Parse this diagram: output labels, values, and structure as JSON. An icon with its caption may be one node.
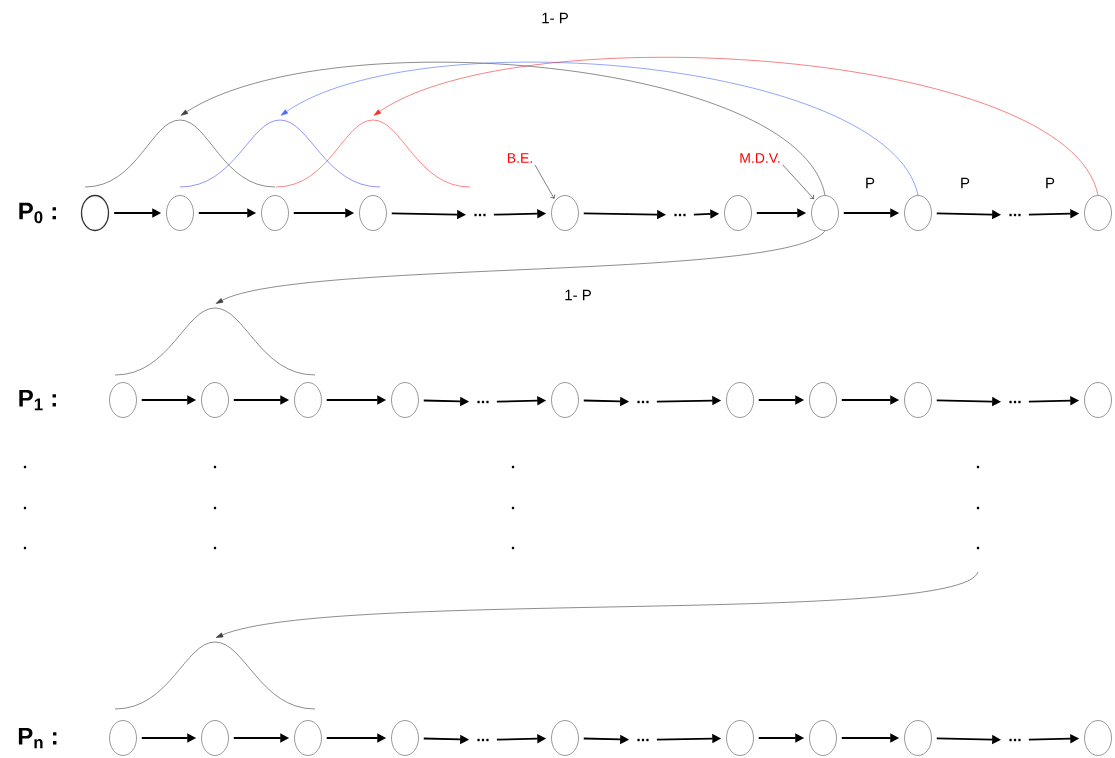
{
  "diagram": {
    "nodes": [
      {
        "text": [],
        "shape": "curve"
      },
      {
        "text": [],
        "shape": "curve"
      },
      {
        "text": [],
        "shape": "curve"
      },
      {
        "text": [
          "B.E."
        ]
      },
      {
        "text": [
          "M.D.V."
        ]
      },
      {
        "text": [],
        "shape": "circle"
      },
      {
        "text": [],
        "shape": "circle"
      },
      {
        "text": [],
        "shape": "circle"
      },
      {
        "text": [],
        "shape": "circle"
      },
      {
        "text": [
          "..."
        ]
      },
      {
        "text": [],
        "shape": "circle"
      },
      {
        "text": [
          "..."
        ]
      },
      {
        "text": [],
        "shape": "circle"
      },
      {
        "text": [],
        "shape": "circle"
      },
      {
        "text": [],
        "shape": "circle"
      },
      {
        "text": [
          "..."
        ]
      },
      {
        "text": [],
        "shape": "circle"
      },
      {
        "text": [],
        "shape": "curve"
      },
      {
        "text": [],
        "shape": "circle"
      },
      {
        "text": [],
        "shape": "circle"
      },
      {
        "text": [],
        "shape": "circle"
      },
      {
        "text": [],
        "shape": "circle"
      },
      {
        "text": [
          "..."
        ]
      },
      {
        "text": [],
        "shape": "circle"
      },
      {
        "text": [
          "..."
        ]
      },
      {
        "text": [],
        "shape": "circle"
      },
      {
        "text": [],
        "shape": "circle"
      },
      {
        "text": [],
        "shape": "circle"
      },
      {
        "text": [
          "..."
        ]
      },
      {
        "text": [],
        "shape": "circle"
      },
      {
        "text": [],
        "shape": "curve"
      },
      {
        "text": [],
        "shape": "circle"
      },
      {
        "text": [],
        "shape": "circle"
      },
      {
        "text": [],
        "shape": "circle"
      },
      {
        "text": [],
        "shape": "circle"
      },
      {
        "text": [
          "..."
        ]
      },
      {
        "text": [],
        "shape": "circle"
      },
      {
        "text": [
          "..."
        ]
      },
      {
        "text": [],
        "shape": "circle"
      },
      {
        "text": [],
        "shape": "circle"
      },
      {
        "text": [],
        "shape": "circle"
      },
      {
        "text": [
          "..."
        ]
      },
      {
        "text": [],
        "shape": "circle"
      }
    ],
    "edges": [
      {
        "from": 5,
        "to": 6,
        "arrow": "to"
      },
      {
        "from": 6,
        "to": 7,
        "arrow": "to"
      },
      {
        "from": 7,
        "to": 8,
        "arrow": "to"
      },
      {
        "from": 8,
        "to": 9,
        "arrow": "to"
      },
      {
        "from": 9,
        "to": 10,
        "arrow": "to"
      },
      {
        "from": 10,
        "to": 11,
        "arrow": "to"
      },
      {
        "from": 11,
        "to": 12,
        "arrow": "to"
      },
      {
        "from": 12,
        "to": 13,
        "arrow": "to"
      },
      {
        "from": 13,
        "to": 14,
        "arrow": "to",
        "label": "P"
      },
      {
        "from": 14,
        "to": 15,
        "arrow": "to",
        "label": "P"
      },
      {
        "from": 15,
        "to": 16,
        "arrow": "to",
        "label": "P"
      },
      {
        "from": 18,
        "to": 19,
        "arrow": "to"
      },
      {
        "from": 19,
        "to": 20,
        "arrow": "to"
      },
      {
        "from": 20,
        "to": 21,
        "arrow": "to"
      },
      {
        "from": 21,
        "to": 22,
        "arrow": "to"
      },
      {
        "from": 22,
        "to": 23,
        "arrow": "to"
      },
      {
        "from": 23,
        "to": 24,
        "arrow": "to"
      },
      {
        "from": 24,
        "to": 25,
        "arrow": "to"
      },
      {
        "from": 25,
        "to": 26,
        "arrow": "to"
      },
      {
        "from": 26,
        "to": 27,
        "arrow": "to"
      },
      {
        "from": 27,
        "to": 28,
        "arrow": "to"
      },
      {
        "from": 28,
        "to": 29,
        "arrow": "to"
      },
      {
        "from": 31,
        "to": 32,
        "arrow": "to"
      },
      {
        "from": 32,
        "to": 33,
        "arrow": "to"
      },
      {
        "from": 33,
        "to": 34,
        "arrow": "to"
      },
      {
        "from": 34,
        "to": 35,
        "arrow": "to"
      },
      {
        "from": 35,
        "to": 36,
        "arrow": "to"
      },
      {
        "from": 36,
        "to": 37,
        "arrow": "to"
      },
      {
        "from": 37,
        "to": 38,
        "arrow": "to"
      },
      {
        "from": 38,
        "to": 39,
        "arrow": "to"
      },
      {
        "from": 39,
        "to": 40,
        "arrow": "to"
      },
      {
        "from": 40,
        "to": 41,
        "arrow": "to"
      },
      {
        "from": 41,
        "to": 42,
        "arrow": "to"
      },
      {
        "from": 13,
        "to": 0,
        "arrow": "to",
        "label": "1- P"
      },
      {
        "from": 14,
        "to": 1,
        "arrow": "to",
        "color": "#4a6cf7"
      },
      {
        "from": 16,
        "to": 2,
        "arrow": "to",
        "color": "#f03030"
      },
      {
        "from": 3,
        "to": 10,
        "arrow": "to"
      },
      {
        "from": 4,
        "to": 13,
        "arrow": "to"
      },
      {
        "from": 13,
        "to": 17,
        "arrow": "to",
        "label": "1- P"
      },
      {
        "from": null,
        "to": 30,
        "arrow": "to"
      }
    ],
    "labels": [
      "P$_{0}$ :",
      "P$_{1}$ :",
      ".",
      ".",
      ".",
      ".",
      ".",
      ".",
      ".",
      ".",
      ".",
      ".",
      ".",
      ".",
      "P$_{n}$ :"
    ]
  }
}
